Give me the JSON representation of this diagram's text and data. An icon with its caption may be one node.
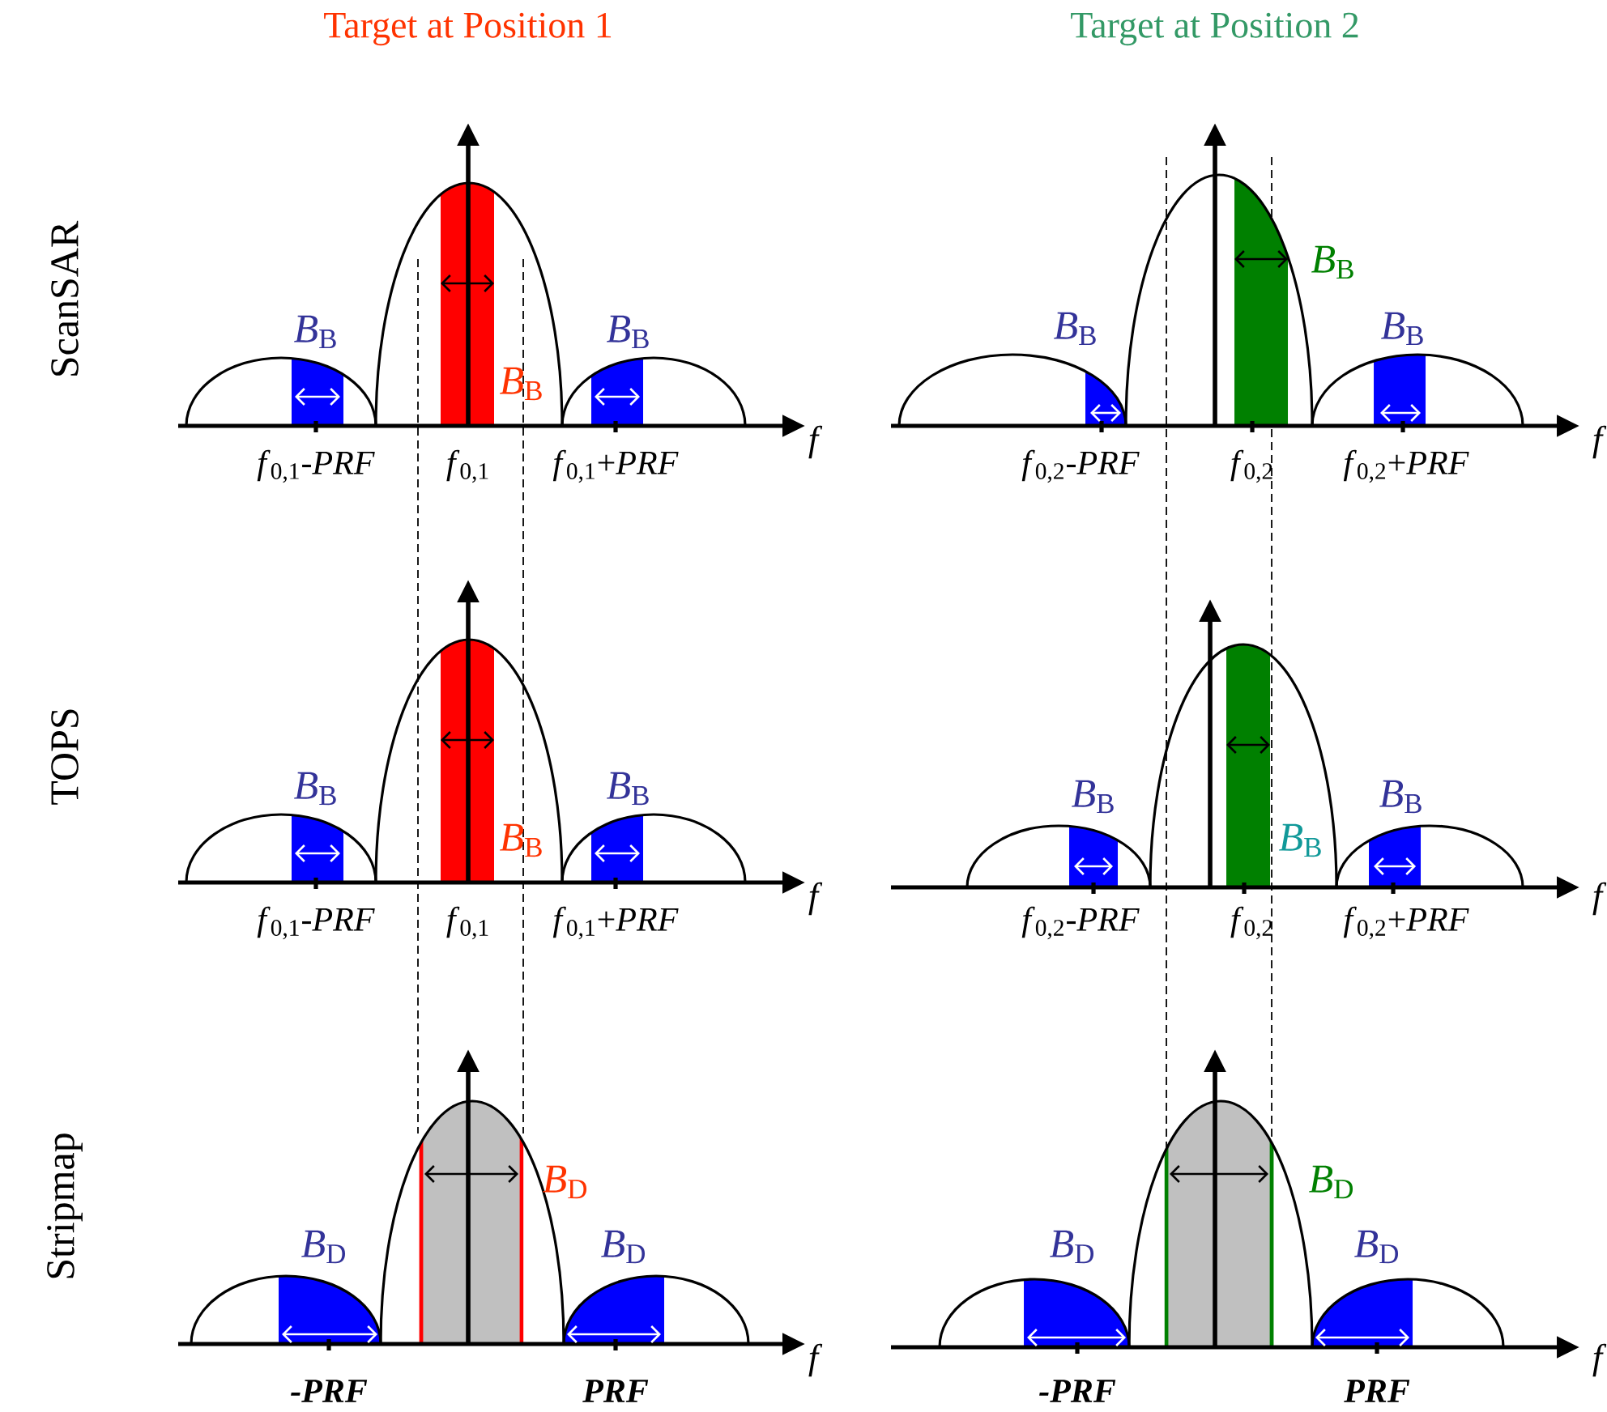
{
  "diagram": {
    "labels": [
      "Target at Position 1",
      "Target at Position 2",
      "ScanSAR",
      "*B*$_{B}$",
      "*B*$_{B}$",
      "*B*$_{B}$",
      "*B*$_{B}$",
      "*B*$_{B}$",
      "*B*$_{B}$",
      "*f*$_{0,1}$-*PRF*",
      "*f*$_{0,1}$",
      "*f*$_{0,1}$+*PRF*",
      "f",
      "*f*$_{0,2}$-*PRF*",
      "*f*$_{0,2}$",
      "*f*$_{0,2}$+*PRF*",
      "f",
      "TOPS",
      "*B*$_{B}$",
      "*B*$_{B}$",
      "*B*$_{B}$",
      "*B*$_{B}$",
      "*B*$_{B}$",
      "*B*$_{B}$",
      "*f*$_{0,1}$-*PRF*",
      "*f*$_{0,1}$",
      "*f*$_{0,1}$+*PRF*",
      "f",
      "*f*$_{0,2}$-*PRF*",
      "*f*$_{0,2}$",
      "*f*$_{0,2}$+*PRF*",
      "f",
      "Stripmap",
      "*B*$_{D}$",
      "*B*$_{D}$",
      "*B*$_{D}$",
      "*B*$_{D}$",
      "*B*$_{D}$",
      "*B*$_{D}$",
      "-PRF",
      "PRF",
      "f",
      "-PRF",
      "PRF",
      "f"
    ]
  }
}
